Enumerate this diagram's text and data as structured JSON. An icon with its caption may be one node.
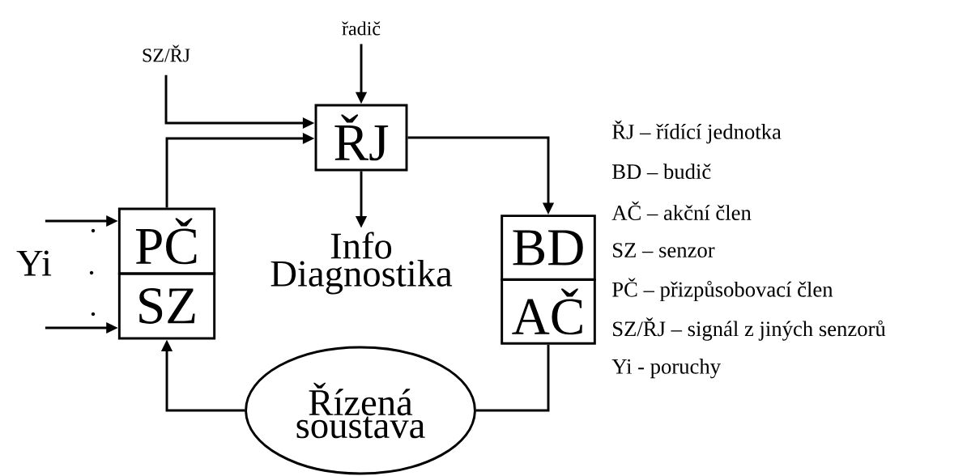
{
  "diagram": {
    "nodes": [
      {
        "text": [
          "ŘJ"
        ]
      },
      {
        "text": [
          "PČ"
        ]
      },
      {
        "text": [
          "SZ"
        ]
      },
      {
        "text": [
          "BD"
        ]
      },
      {
        "text": [
          "AČ"
        ]
      },
      {
        "text": [
          "Řízená soustava"
        ]
      },
      {
        "text": [
          "řadič"
        ]
      },
      {
        "text": [
          "SZ/ŘJ"
        ]
      },
      {
        "text": [
          "Info Diagnostika"
        ]
      }
    ],
    "edges": [
      {
        "from": 6,
        "to": 0,
        "arrow": "to"
      },
      {
        "from": 7,
        "to": 0,
        "arrow": "to"
      },
      {
        "from": 1,
        "to": 0,
        "arrow": "to"
      },
      {
        "from": 0,
        "to": 3,
        "arrow": "to"
      },
      {
        "from": 0,
        "to": 8,
        "arrow": "to"
      },
      {
        "from": 4,
        "to": 5,
        "arrow": "none"
      },
      {
        "from": 5,
        "to": 2,
        "arrow": "to"
      },
      {
        "from": null,
        "to": 1,
        "arrow": "to"
      },
      {
        "from": null,
        "to": 2,
        "arrow": "to"
      }
    ],
    "labels": [
      "Yi",
      "ŘJ – řídící jednotka",
      "BD – budič",
      "AČ – akční člen",
      "SZ – senzor",
      "PČ – přizpůsobovací člen",
      "SZ/ŘJ – signál z jiných senzorů",
      "Yi - poruchy"
    ]
  }
}
